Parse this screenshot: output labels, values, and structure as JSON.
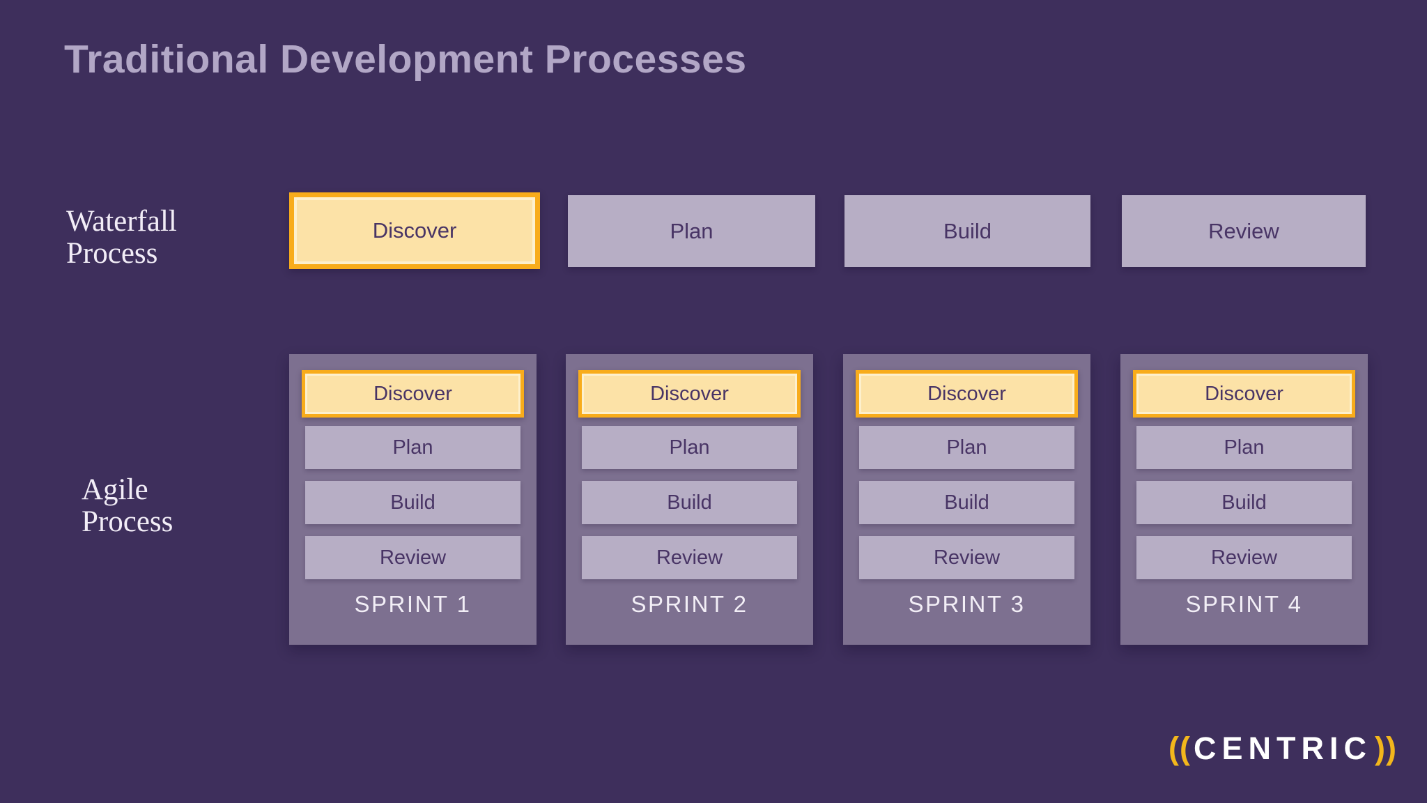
{
  "title": "Traditional Development Processes",
  "waterfall": {
    "label": [
      "Waterfall",
      "Process"
    ],
    "stages": [
      {
        "label": "Discover",
        "highlighted": true
      },
      {
        "label": "Plan",
        "highlighted": false
      },
      {
        "label": "Build",
        "highlighted": false
      },
      {
        "label": "Review",
        "highlighted": false
      }
    ]
  },
  "agile": {
    "label": [
      "Agile",
      "Process"
    ],
    "sprints": [
      {
        "name": "SPRINT 1",
        "stages": [
          "Discover",
          "Plan",
          "Build",
          "Review"
        ]
      },
      {
        "name": "SPRINT 2",
        "stages": [
          "Discover",
          "Plan",
          "Build",
          "Review"
        ]
      },
      {
        "name": "SPRINT 3",
        "stages": [
          "Discover",
          "Plan",
          "Build",
          "Review"
        ]
      },
      {
        "name": "SPRINT 4",
        "stages": [
          "Discover",
          "Plan",
          "Build",
          "Review"
        ]
      }
    ],
    "highlighted_stage": "Discover"
  },
  "logo": {
    "open": "((",
    "word": "CENTRIC",
    "close": "))"
  },
  "colors": {
    "background": "#3e2f5c",
    "title_text": "#b2a7c6",
    "label_text": "#f2edf7",
    "card_fill": "#7d7090",
    "stage_fill": "#b7aec5",
    "stage_text": "#483465",
    "highlight_fill": "#fce2a7",
    "highlight_border": "#f8ac1b",
    "sprint_name_text": "#f2eef6",
    "logo_paren": "#f3b71c",
    "logo_word": "#ffffff"
  }
}
